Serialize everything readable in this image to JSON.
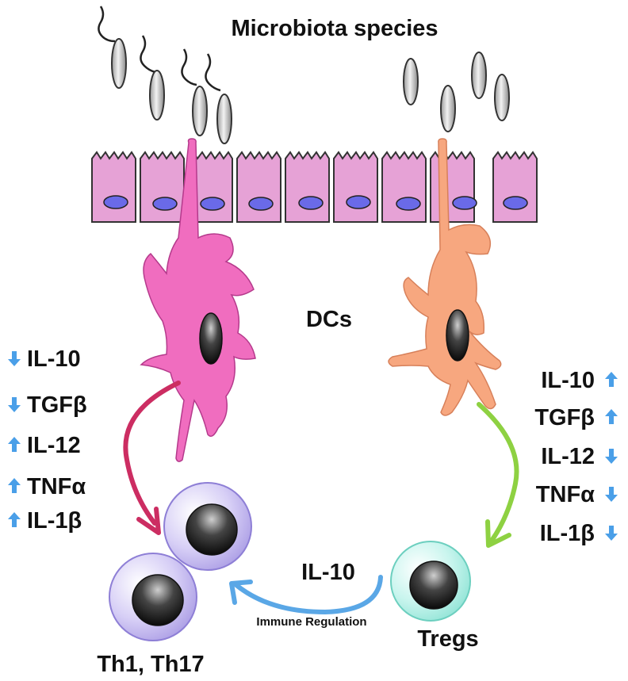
{
  "title": "Microbiota species",
  "dc_label": "DCs",
  "left_cytokines": [
    {
      "name": "IL-10",
      "direction": "down"
    },
    {
      "name": "TGFβ",
      "direction": "down"
    },
    {
      "name": "IL-12",
      "direction": "up"
    },
    {
      "name": "TNFα",
      "direction": "up"
    },
    {
      "name": "IL-1β",
      "direction": "up"
    }
  ],
  "right_cytokines": [
    {
      "name": "IL-10",
      "direction": "up"
    },
    {
      "name": "TGFβ",
      "direction": "up"
    },
    {
      "name": "IL-12",
      "direction": "down"
    },
    {
      "name": "TNFα",
      "direction": "down"
    },
    {
      "name": "IL-1β",
      "direction": "down"
    }
  ],
  "il10_arrow_label": "IL-10",
  "immune_regulation_label": "Immune Regulation",
  "th_label": "Th1, Th17",
  "tregs_label": "Tregs",
  "colors": {
    "epithelium_fill": "#e6a2d6",
    "nucleus_fill": "#6a6ae8",
    "dc_left": "#f06dbf",
    "dc_right": "#f7a77f",
    "th_cell": "#bcb0ec",
    "treg_cell": "#a7ece0",
    "arrow_left": "#cc2d62",
    "arrow_right": "#8ed142",
    "arrow_blue": "#5aa7e6",
    "cytokine_arrow": "#4a9fe8"
  }
}
